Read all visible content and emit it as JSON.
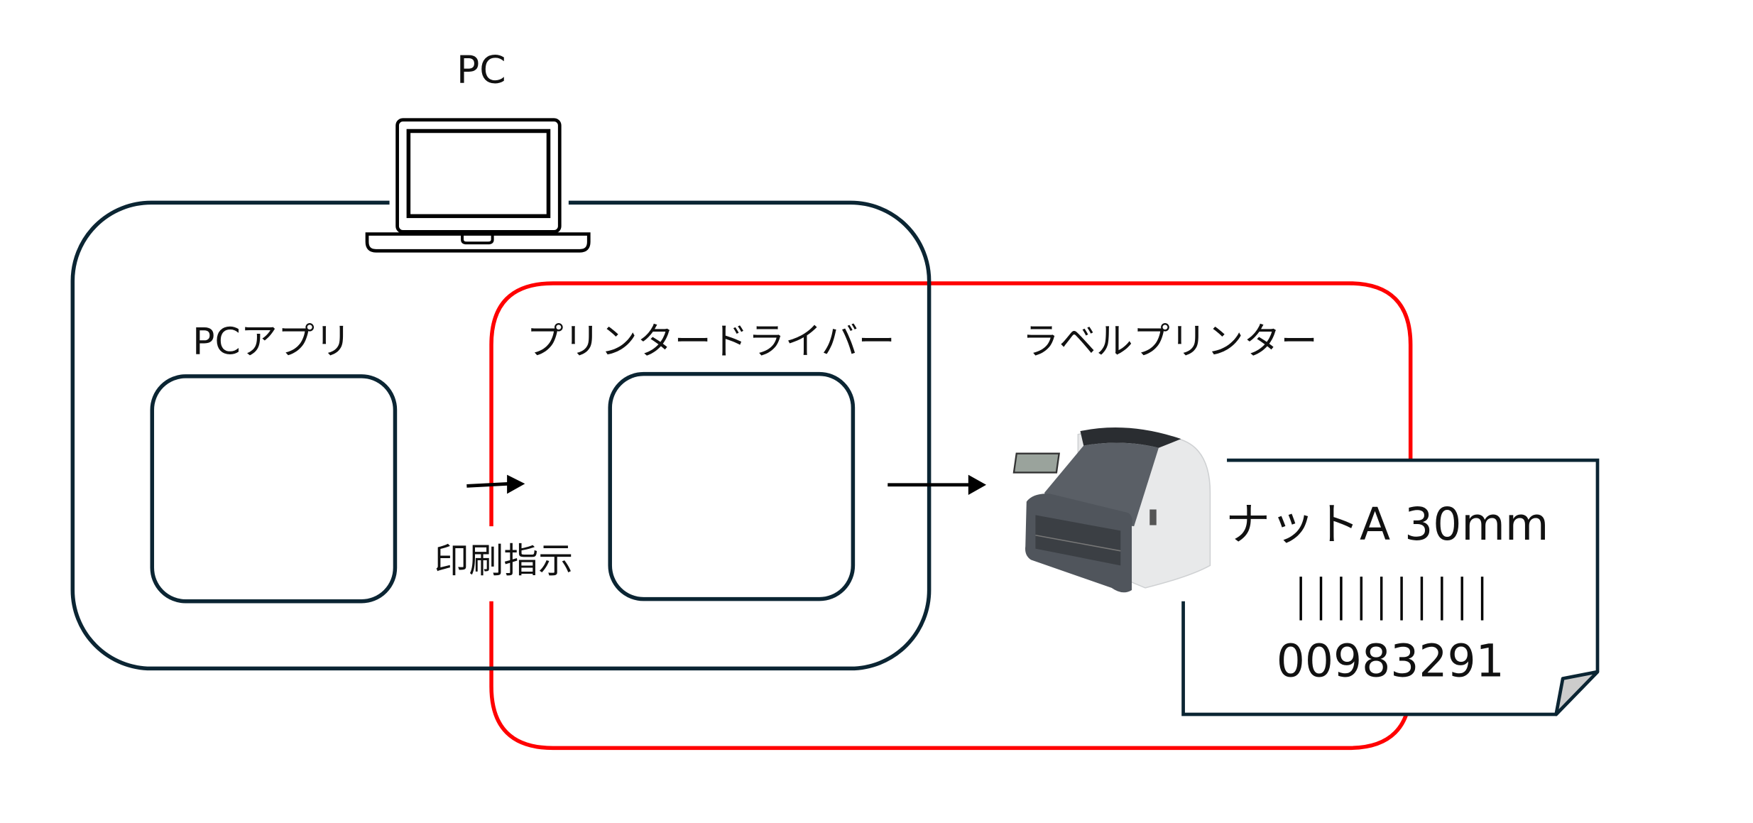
{
  "pc": {
    "title": "PC"
  },
  "pc_app": {
    "label": "PCアプリ"
  },
  "printer_driver": {
    "label": "プリンタードライバー"
  },
  "label_printer": {
    "label": "ラベルプリンター"
  },
  "print_instruction": {
    "label": "印刷指示"
  },
  "label": {
    "product": "ナットA 30mm",
    "barcode_number": "00983291"
  },
  "colors": {
    "pc_frame": "#0b2533",
    "driver_frame": "#ff0000",
    "printer_dark": "#50555c",
    "printer_light": "#e8e9ea"
  }
}
